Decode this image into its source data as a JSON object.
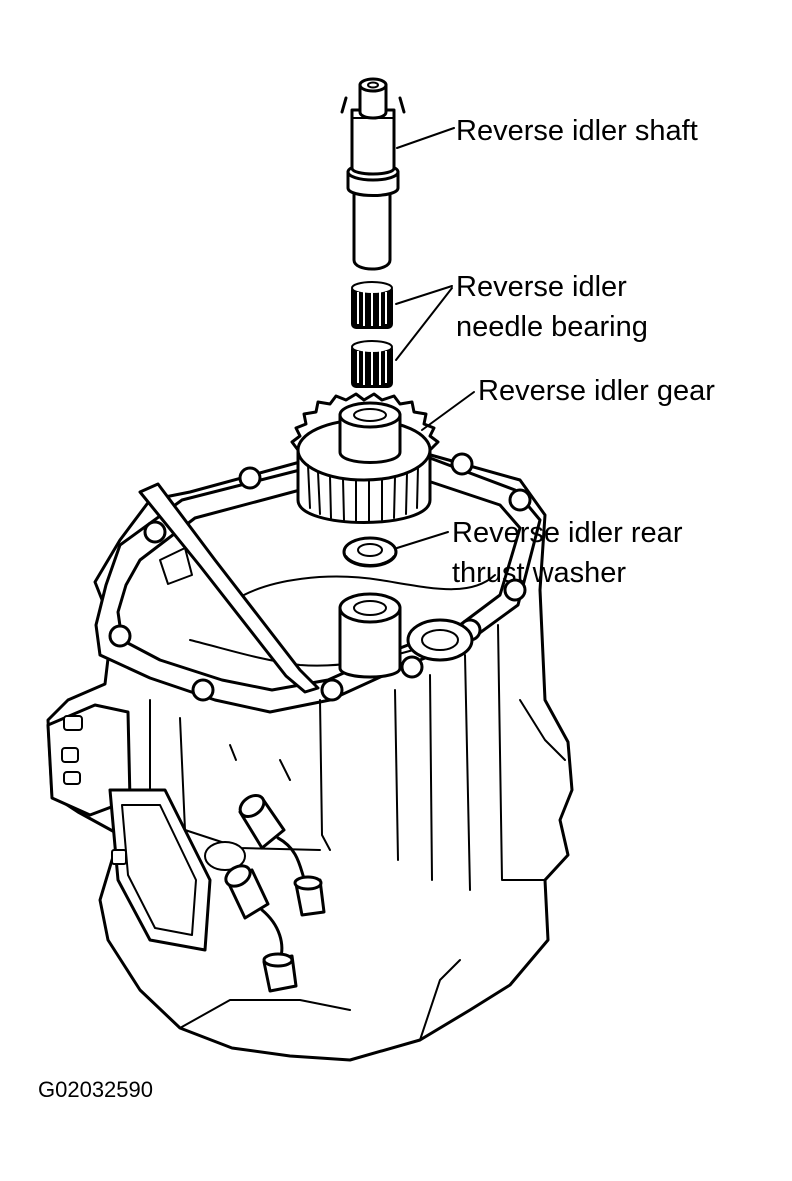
{
  "labels": {
    "shaft": "Reverse idler shaft",
    "bearing_line1": "Reverse idler",
    "bearing_line2": "needle bearing",
    "gear": "Reverse idler gear",
    "washer_line1": "Reverse idler rear",
    "washer_line2": "thrust washer"
  },
  "figure_id": "G02032590",
  "colors": {
    "ink": "#000000",
    "paper": "#ffffff"
  }
}
